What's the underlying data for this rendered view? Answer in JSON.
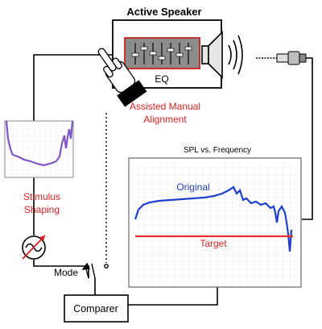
{
  "title": "Active Speaker",
  "eq_label": "EQ",
  "alignment_label_line1": "Assisted Manual",
  "alignment_label_line2": "Alignment",
  "stimulus_label_line1": "Stimulus",
  "stimulus_label_line2": "Shaping",
  "mode_label": "Mode",
  "comparer_label": "Comparer",
  "chart_title": "SPL vs. Frequency",
  "original_label": "Original",
  "target_label": "Target",
  "colors": {
    "red_text": "#e02020",
    "original_curve": "#1f3fd0",
    "target_line": "#e8322a",
    "stimulus_curve": "#7f55c8",
    "wire": "#000000",
    "eq_panel": "#8c8c8c"
  },
  "icons": [
    "hand-pointer-icon",
    "speaker-driver-icon",
    "microphone-icon",
    "signal-generator-icon",
    "switch-icon"
  ]
}
